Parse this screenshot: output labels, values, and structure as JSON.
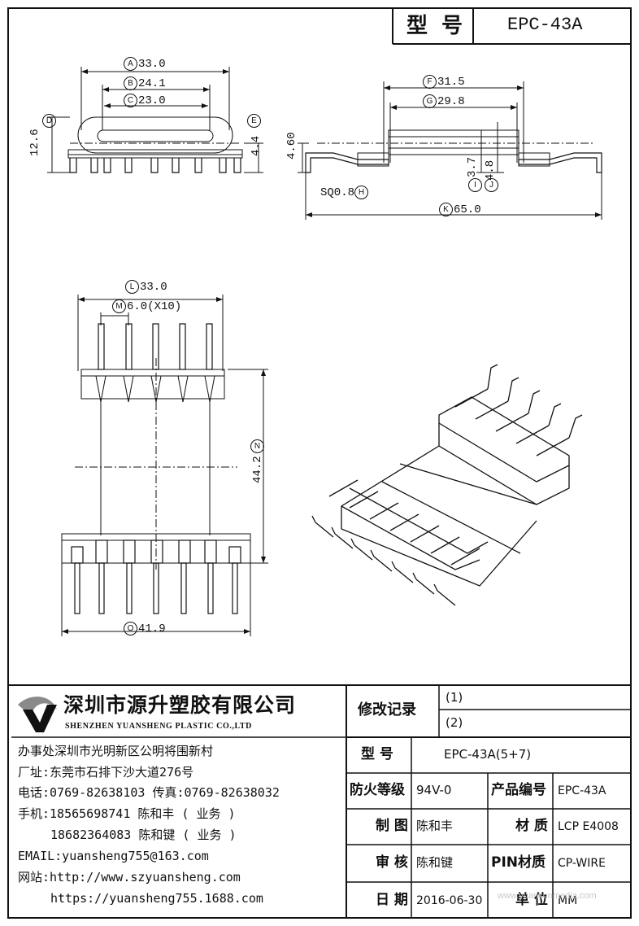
{
  "header": {
    "model_label": "型 号",
    "model_value": "EPC-43A"
  },
  "dims": {
    "A": {
      "letter": "A",
      "value": "33.0"
    },
    "B": {
      "letter": "B",
      "value": "24.1"
    },
    "C": {
      "letter": "C",
      "value": "23.0"
    },
    "D": {
      "letter": "D",
      "value": "12.6"
    },
    "E": {
      "letter": "E",
      "value": "4.4"
    },
    "F": {
      "letter": "F",
      "value": "31.5"
    },
    "G": {
      "letter": "G",
      "value": "29.8"
    },
    "side_h": {
      "value": "4.60"
    },
    "H": {
      "letter": "H",
      "value": "SQ0.8"
    },
    "I": {
      "letter": "I",
      "value": "3.7"
    },
    "J": {
      "letter": "J",
      "value": "4.8"
    },
    "K": {
      "letter": "K",
      "value": "65.0"
    },
    "L": {
      "letter": "L",
      "value": "33.0"
    },
    "M": {
      "letter": "M",
      "value": "6.0(X10)"
    },
    "N": {
      "letter": "N",
      "value": "44.2"
    },
    "O": {
      "letter": "O",
      "value": "41.9"
    }
  },
  "company": {
    "name_cn": "深圳市源升塑胶有限公司",
    "name_en": "SHENZHEN YUANSHENG PLASTIC CO.,LTD",
    "office": "办事处深圳市光明新区公明将围新村",
    "factory": "厂址:东莞市石排下沙大道276号",
    "phone": "电话:0769-82638103 传真:0769-82638032",
    "mobile1": "手机:18565698741 陈和丰 ( 业务 )",
    "mobile2": "18682364083 陈和键 ( 业务 )",
    "email": "EMAIL:yuansheng755@163.com",
    "web1": "网站:http://www.szyuansheng.com",
    "web2": "https://yuansheng755.1688.com"
  },
  "table": {
    "revision_label": "修改记录",
    "rev1": "(1)",
    "rev2": "(2)",
    "model_label": "型 号",
    "model_value": "EPC-43A(5+7)",
    "fire_label": "防火等级",
    "fire_value": "94V-0",
    "product_no_label": "产品编号",
    "product_no_value": "EPC-43A",
    "drawn_label": "制 图",
    "drawn_value": "陈和丰",
    "material_label": "材 质",
    "material_value": "LCP E4008",
    "review_label": "审 核",
    "review_value": "陈和键",
    "pin_material_label": "PIN材质",
    "pin_material_value": "CP-WIRE",
    "date_label": "日 期",
    "date_value": "2016-06-30",
    "unit_label": "单 位",
    "unit_value": "MM"
  },
  "watermark": "www.yuansunmedia.com"
}
